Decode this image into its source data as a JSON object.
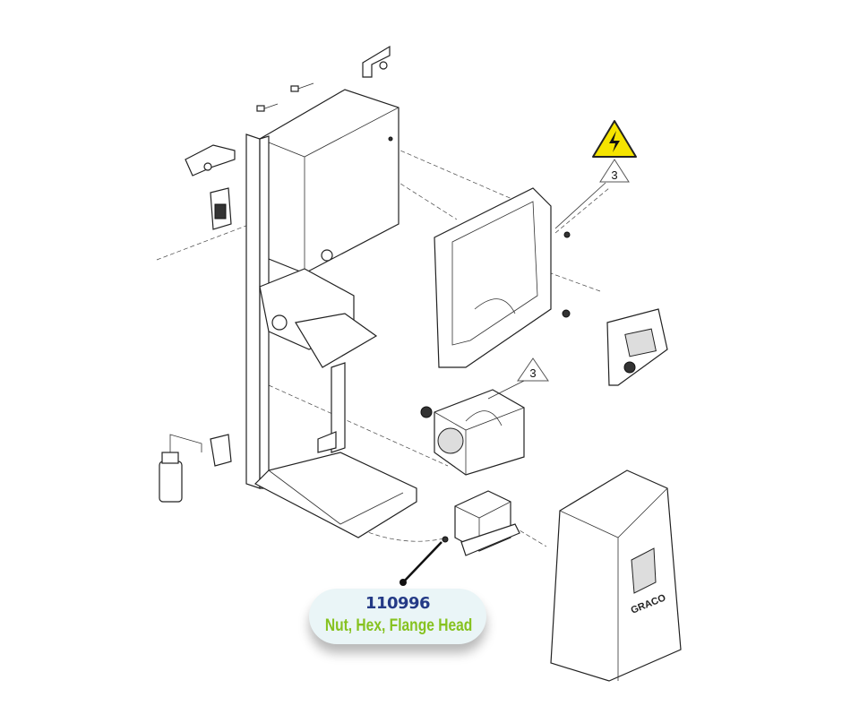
{
  "callout": {
    "part_number": "110996",
    "description": "Nut, Hex, Flange Head"
  },
  "reference_marks": [
    {
      "label": "3",
      "target": "display-module-screw"
    },
    {
      "label": "3",
      "target": "fan-assembly"
    }
  ],
  "warning": {
    "icon": "electrical-hazard-icon",
    "color": "#f5e400"
  },
  "shroud": {
    "logo_text": "GRACO"
  },
  "colors": {
    "part_number": "#243a86",
    "description": "#86c21f",
    "callout_bg": "#eaf5f7"
  }
}
